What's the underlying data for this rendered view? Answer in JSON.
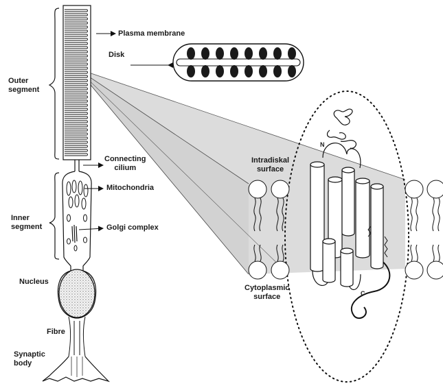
{
  "labels": {
    "plasma_membrane": "Plasma membrane",
    "disk": "Disk",
    "outer_segment": [
      "Outer",
      "segment"
    ],
    "connecting_cilium": [
      "Connecting",
      "cilium"
    ],
    "mitochondria": "Mitochondria",
    "inner_segment": [
      "Inner",
      "segment"
    ],
    "golgi_complex": "Golgi complex",
    "nucleus": "Nucleus",
    "fibre": "Fibre",
    "synaptic_body": [
      "Synaptic",
      "body"
    ],
    "intradiskal_surface": [
      "Intradiskal",
      "surface"
    ],
    "cytoplasmic_surface": [
      "Cytoplasmic",
      "surface"
    ],
    "n_terminus": "N",
    "c_terminus": "C"
  }
}
